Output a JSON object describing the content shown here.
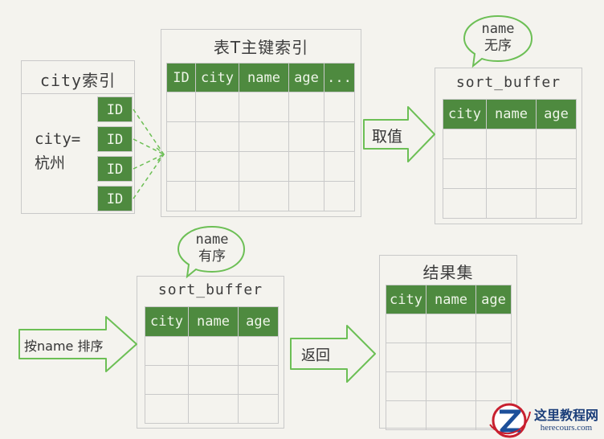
{
  "city_index": {
    "title": "city索引",
    "condition_line1": "city=",
    "condition_line2": "杭州",
    "ids": [
      "ID",
      "ID",
      "ID",
      "ID"
    ]
  },
  "primary_index": {
    "title": "表T主键索引",
    "headers": [
      "ID",
      "city",
      "name",
      "age",
      "..."
    ]
  },
  "sort_buffer_unsorted": {
    "title": "sort_buffer",
    "headers": [
      "city",
      "name",
      "age"
    ],
    "bubble_line1": "name",
    "bubble_line2": "无序"
  },
  "arrow_fetch": {
    "label": "取值"
  },
  "sort_buffer_sorted": {
    "title": "sort_buffer",
    "headers": [
      "city",
      "name",
      "age"
    ],
    "bubble_line1": "name",
    "bubble_line2": "有序"
  },
  "arrow_sort": {
    "label": "按name 排序"
  },
  "arrow_return": {
    "label": "返回"
  },
  "result_set": {
    "title": "结果集",
    "headers": [
      "city",
      "name",
      "age"
    ]
  },
  "watermark": {
    "cn": "这里教程网",
    "en": "herecours.com"
  },
  "colors": {
    "header_green": "#4e8a3f",
    "arrow_green": "#6cbf55",
    "grid_line": "#c9c9c9"
  }
}
